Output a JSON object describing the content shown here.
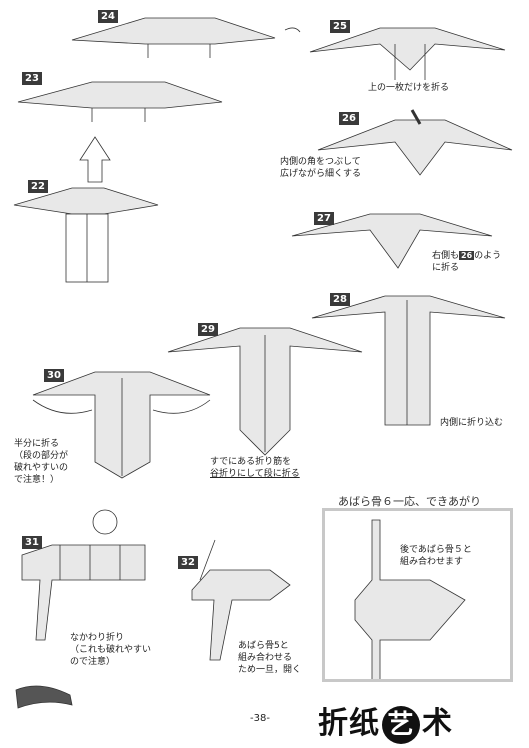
{
  "steps": {
    "s24": "24",
    "s25": "25",
    "s23": "23",
    "s26": "26",
    "s22": "22",
    "s27": "27",
    "s28": "28",
    "s29": "29",
    "s30": "30",
    "s31": "31",
    "s32": "32"
  },
  "notes": {
    "n25": "上の一枚だけを折る",
    "n26_1": "内側の角をつぶして",
    "n26_2": "広げながら細くする",
    "n27_a": "右側も",
    "n27_step": "26",
    "n27_b": "のよう",
    "n27_2": "に折る",
    "n28": "内側に折り込む",
    "n29_1": "すでにある折り筋を",
    "n29_2": "谷折りにして段に折る",
    "n30_1": "半分に折る",
    "n30_2": "（段の部分が",
    "n30_3": "破れやすいの",
    "n30_4": "で注意！）",
    "n31_1": "なかわり折り",
    "n31_2": "（これも破れやすい",
    "n31_3": "ので注意）",
    "n32_1": "あばら骨5と",
    "n32_2": "組み合わせる",
    "n32_3": "ため一旦，開く",
    "boxTitle": "あばら骨６一応、できあがり",
    "boxNote1": "後であばら骨５と",
    "boxNote2": "組み合わせます"
  },
  "page_number": "-38-",
  "watermark": {
    "part1": "折纸",
    "part2": "艺",
    "part3": "术"
  }
}
